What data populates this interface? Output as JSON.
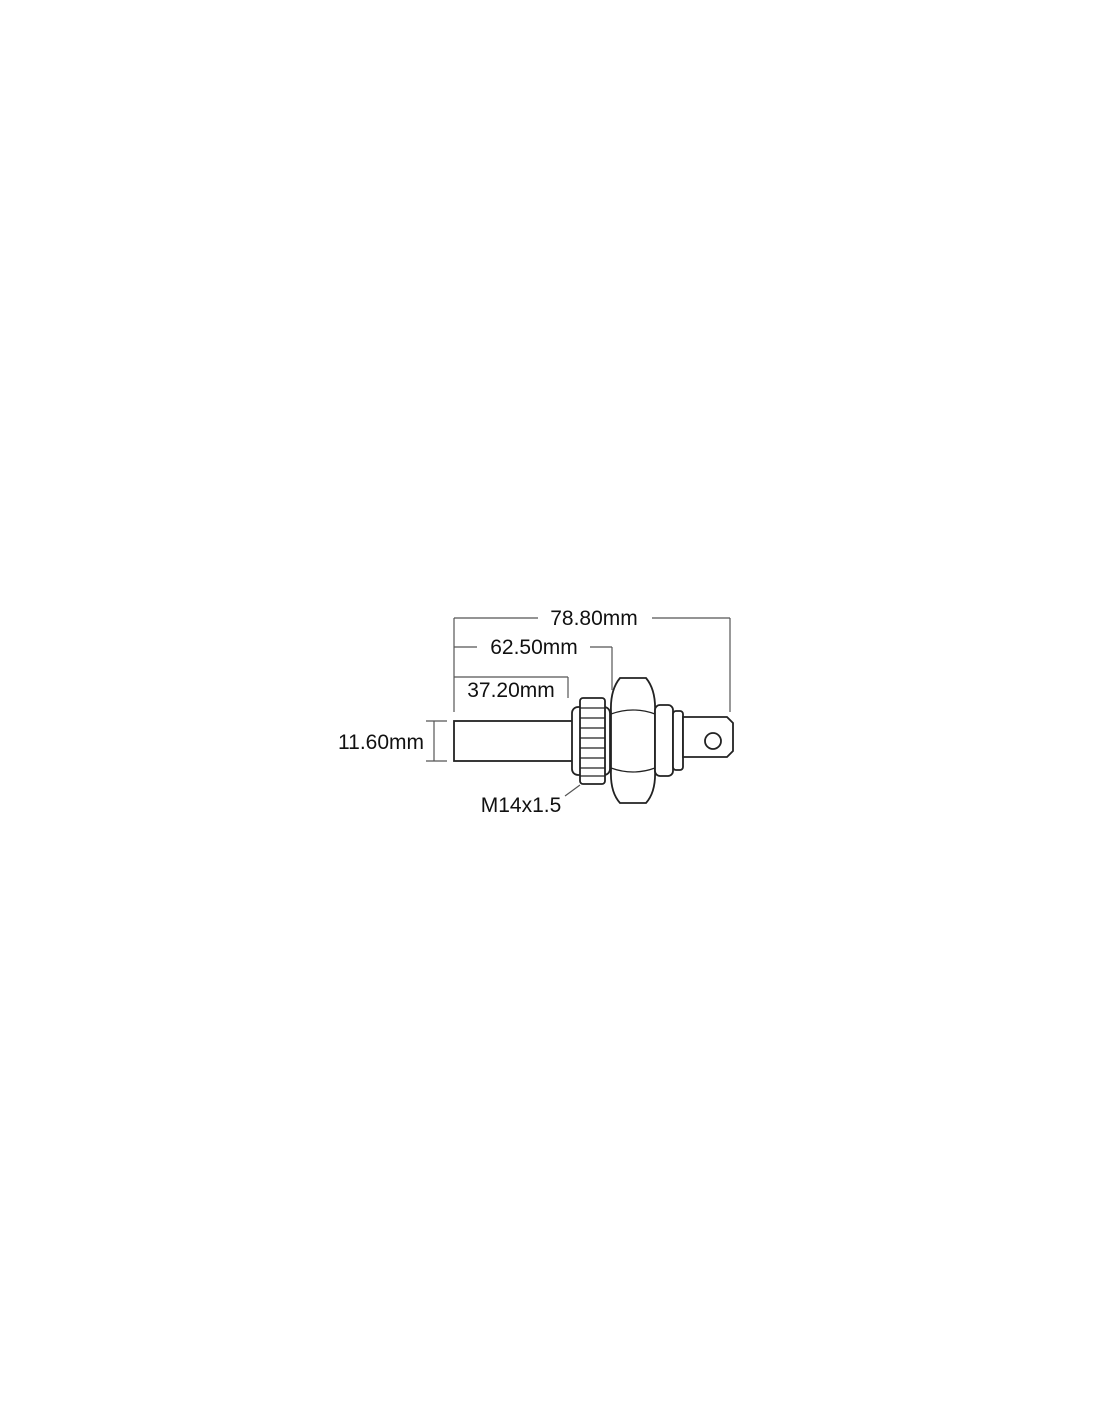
{
  "diagram": {
    "dimensions": {
      "overall_length": "78.80mm",
      "length_to_nut": "62.50mm",
      "probe_length": "37.20mm",
      "probe_diameter": "11.60mm",
      "thread": "M14x1.5"
    }
  }
}
